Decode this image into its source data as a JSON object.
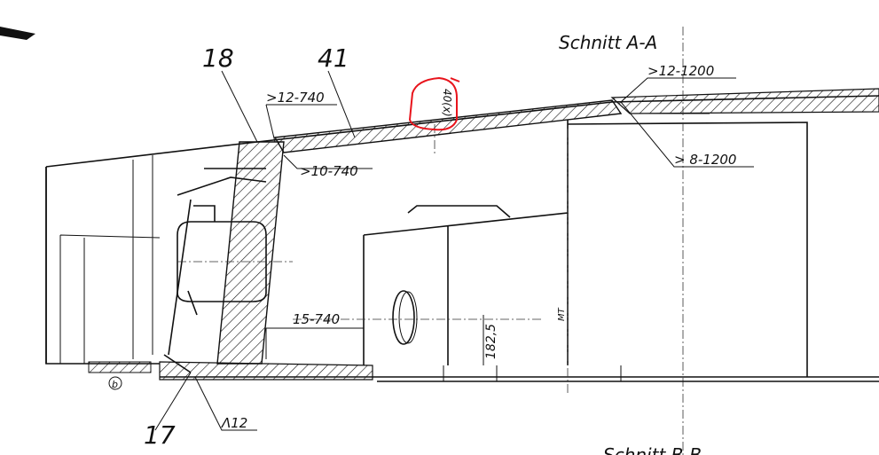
{
  "drawing": {
    "section_title_top": "Schnitt A-A",
    "section_title_bottom": "Schnitt B-B",
    "part_numbers": {
      "p18": "18",
      "p41": "41",
      "p17": "17"
    },
    "weld_labels": {
      "w1": ">12-740",
      "w2": ">10-740",
      "w3": ">12-1200",
      "w4": "> 8-1200",
      "w5": "15-740",
      "w6": "Λ12"
    },
    "dimension": "182,5",
    "centerline_label": "MT",
    "detail_marker": "b",
    "red_annotation": "40(x)",
    "colors": {
      "ink": "#111111",
      "markup": "#e8141c"
    }
  }
}
